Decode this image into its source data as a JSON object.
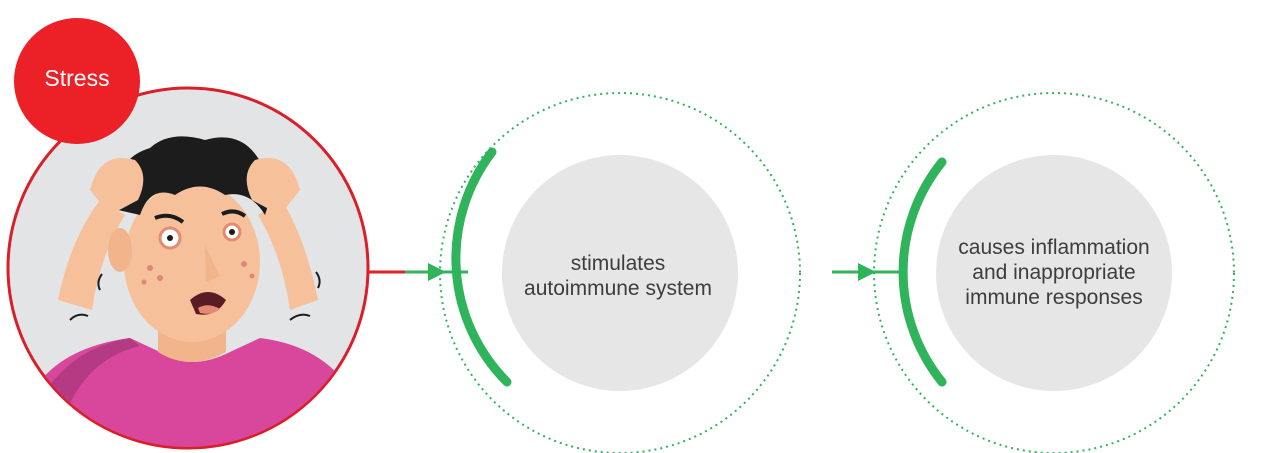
{
  "stress_badge": {
    "label": "Stress"
  },
  "steps": [
    {
      "lines": [
        "stimulates",
        "autoimmune system"
      ]
    },
    {
      "lines": [
        "causes inflammation",
        "and inappropriate",
        "immune responses"
      ]
    }
  ],
  "colors": {
    "badge": "#ec2027",
    "ring_outline": "#d81f2a",
    "connector_red": "#e0202a",
    "green": "#2fb35b",
    "step_fill": "#e6e6e6",
    "text": "#3d3d3d",
    "shirt": "#d8479b",
    "skin": "#f6c19a",
    "hair": "#1c1c1c"
  },
  "icons": {
    "person": "stressed-man-illustration",
    "arrow": "arrow-right-icon"
  }
}
